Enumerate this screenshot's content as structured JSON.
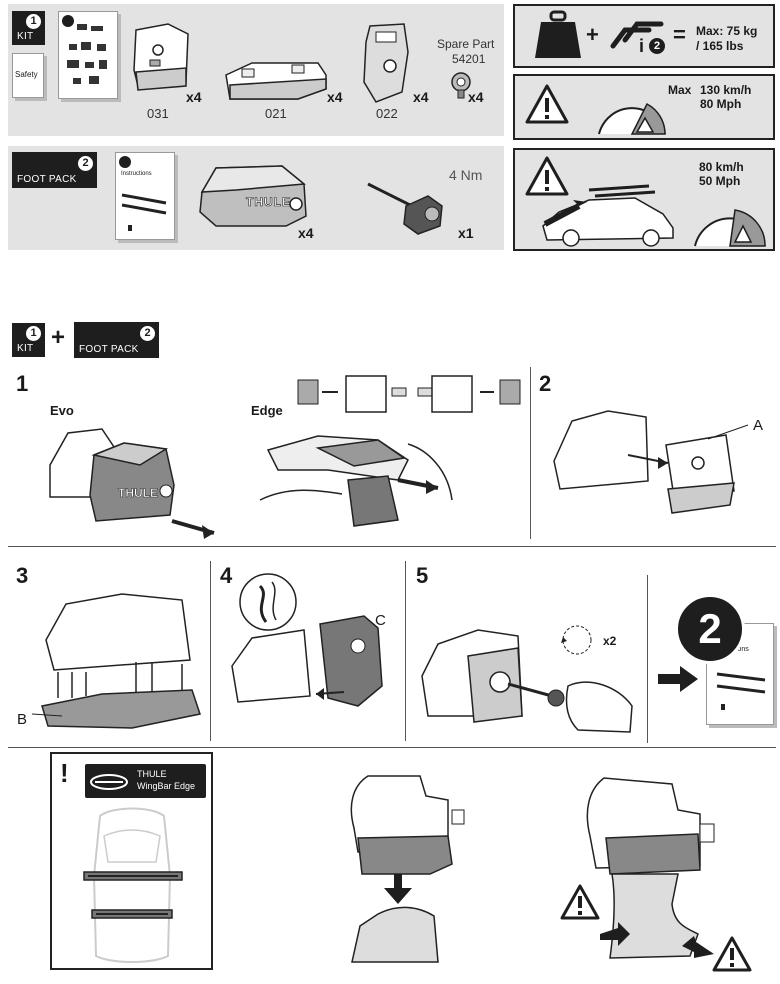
{
  "kit": {
    "badge_label": "KIT",
    "badge_number": "1",
    "safety_label": "Safety",
    "parts": [
      {
        "code": "031",
        "qty": "x4"
      },
      {
        "code": "021",
        "qty": "x4"
      },
      {
        "code": "022",
        "qty": "x4"
      }
    ],
    "spare_part_title": "Spare Part",
    "spare_part_number": "54201",
    "spare_part_qty": "x4"
  },
  "foot_pack": {
    "badge_label": "FOOT PACK",
    "badge_number": "2",
    "instructions_label": "Instructions",
    "foot_qty": "x4",
    "torque": "4 Nm",
    "tool_qty": "x1",
    "foot_brand": "THULE"
  },
  "limits": {
    "load_text_1": "Max: 75 kg",
    "load_text_2": "/ 165 lbs",
    "info_number": "2",
    "speed_max_label": "Max",
    "speed_kmh": "130 km/h",
    "speed_mph": "80 Mph",
    "car_speed_kmh": "80 km/h",
    "car_speed_mph": "50 Mph"
  },
  "combo": {
    "kit_label": "KIT",
    "kit_number": "1",
    "plus": "+",
    "foot_label": "FOOT PACK",
    "foot_number": "2"
  },
  "steps": {
    "s1": "1",
    "evo": "Evo",
    "edge": "Edge",
    "s2": "2",
    "label_a": "A",
    "s3": "3",
    "label_b": "B",
    "s4": "4",
    "label_c": "C",
    "s5": "5",
    "repeat": "x2",
    "big_two": "2",
    "instructions": "Instructions",
    "foot_brand": "THULE"
  },
  "notice": {
    "exclamation": "!",
    "product_line1": "THULE",
    "product_line2": "WingBar Edge"
  }
}
